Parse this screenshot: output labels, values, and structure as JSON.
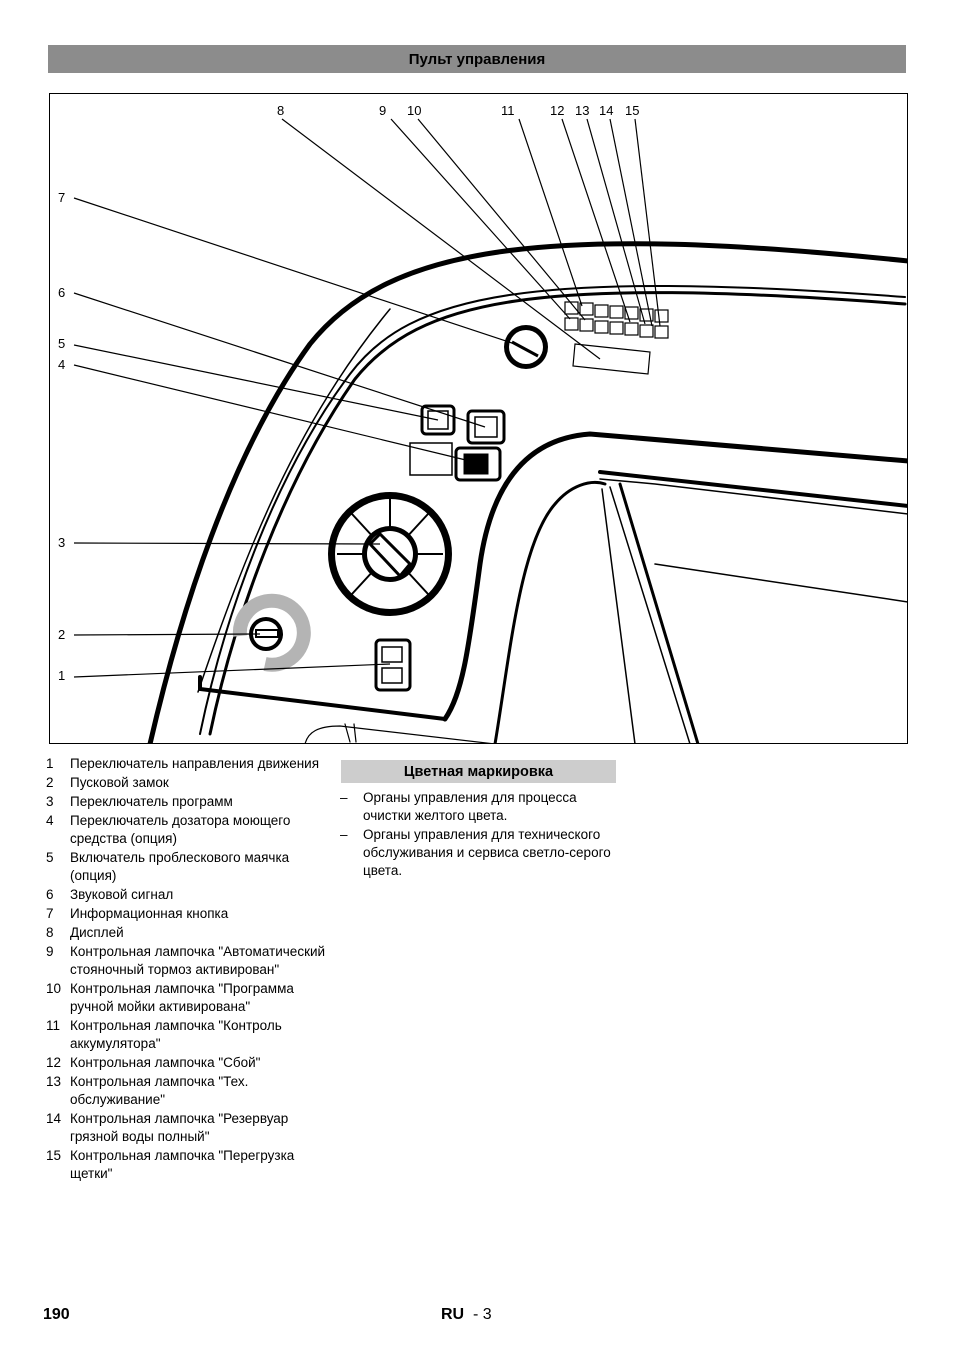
{
  "title": "Пульт управления",
  "figure": {
    "callouts": [
      "1",
      "2",
      "3",
      "4",
      "5",
      "6",
      "7",
      "8",
      "9",
      "10",
      "11",
      "12",
      "13",
      "14",
      "15"
    ]
  },
  "legend": [
    {
      "num": "1",
      "text": "Переключатель направления движения"
    },
    {
      "num": "2",
      "text": "Пусковой замок"
    },
    {
      "num": "3",
      "text": "Переключатель программ"
    },
    {
      "num": "4",
      "text": "Переключатель дозатора моющего средства (опция)"
    },
    {
      "num": "5",
      "text": "Включатель проблескового маячка (опция)"
    },
    {
      "num": "6",
      "text": "Звуковой сигнал"
    },
    {
      "num": "7",
      "text": "Информационная кнопка"
    },
    {
      "num": "8",
      "text": "Дисплей"
    },
    {
      "num": "9",
      "text": "Контрольная лампочка \"Автоматический стояночный тормоз активирован\""
    },
    {
      "num": "10",
      "text": "Контрольная лампочка \"Программа ручной мойки активирована\""
    },
    {
      "num": "11",
      "text": "Контрольная лампочка \"Контроль аккумулятора\""
    },
    {
      "num": "12",
      "text": "Контрольная лампочка \"Сбой\""
    },
    {
      "num": "13",
      "text": "Контрольная лампочка \"Тех. обслуживание\""
    },
    {
      "num": "14",
      "text": "Контрольная лампочка \"Резервуар грязной воды полный\""
    },
    {
      "num": "15",
      "text": "Контрольная лампочка \"Перегрузка щетки\""
    }
  ],
  "color_marking": {
    "heading": "Цветная маркировка",
    "items": [
      "Органы управления для процесса очистки желтого цвета.",
      "Органы управления для технического обслуживания и сервиса светло-серого цвета."
    ]
  },
  "footer": {
    "page_number": "190",
    "lang": "RU",
    "section": "- 3"
  }
}
